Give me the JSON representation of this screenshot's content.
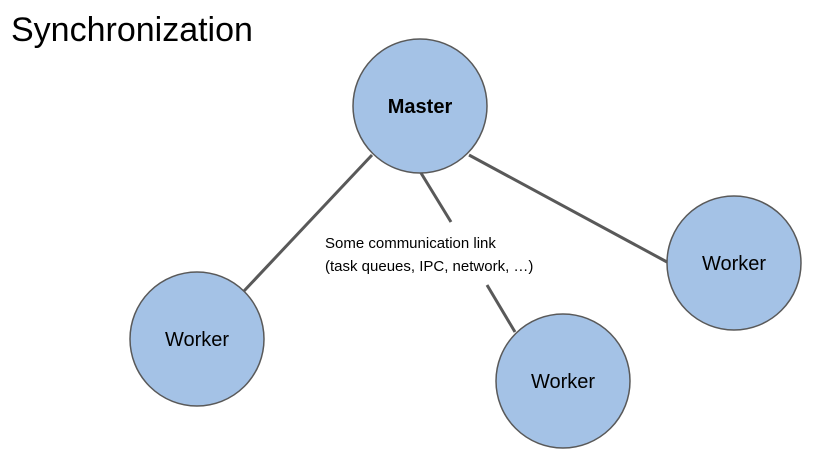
{
  "title": "Synchronization",
  "colors": {
    "node_fill": "#a4c2e6",
    "node_stroke": "#595959",
    "link": "#595959"
  },
  "nodes": {
    "master": {
      "label": "Master"
    },
    "worker_left": {
      "label": "Worker"
    },
    "worker_middle": {
      "label": "Worker"
    },
    "worker_right": {
      "label": "Worker"
    }
  },
  "link_annotation": {
    "line1": "Some communication link",
    "line2": "(task queues, IPC, network, …)"
  }
}
